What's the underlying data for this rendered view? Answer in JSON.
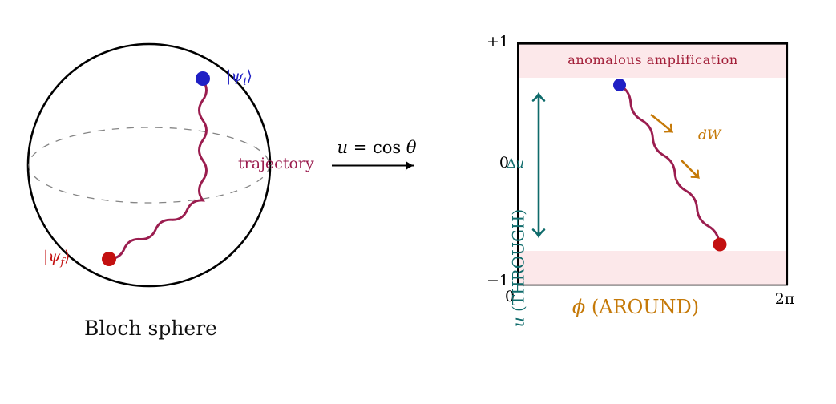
{
  "figure": {
    "left": {
      "caption": "Bloch sphere",
      "trajectory_label": "trajectory",
      "state_initial": {
        "open": "|",
        "symbol": "ψ",
        "sub": "i",
        "close": "⟩"
      },
      "state_final": {
        "open": "|",
        "symbol": "ψ",
        "sub": "f",
        "close": "⟩"
      }
    },
    "mapping": {
      "var": "u",
      "mid": " = cos ",
      "angle": "θ"
    },
    "plot": {
      "band_label": "anomalous amplification",
      "y_ticks": [
        "+1",
        "0",
        "−1"
      ],
      "x_ticks": [
        "0",
        "2π"
      ],
      "y_label": {
        "var": "u",
        "rest": " (THROUGH)"
      },
      "x_label": {
        "var": "ϕ",
        "rest": " (AROUND)"
      },
      "delta": {
        "sym": "Δ",
        "var": "u"
      },
      "work_label": "dW"
    }
  },
  "colors": {
    "crimson": "#9b1d4f",
    "band-pink": "#fce8ea",
    "band-text": "#a21e38",
    "teal": "#0f6b6b",
    "orange": "#c57908",
    "state-blue": "#1f1fc4",
    "state-red": "#c31010",
    "axis-black": "#000000",
    "equator-gray": "#858585"
  }
}
